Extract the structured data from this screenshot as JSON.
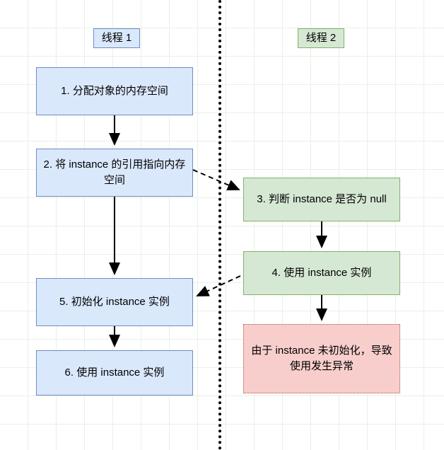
{
  "diagram": {
    "title_left": "线程 1",
    "title_right": "线程 2",
    "nodes": {
      "t1_step1": "1. 分配对象的内存空间",
      "t1_step2": "2. 将 instance 的引用指向内存空间",
      "t1_step5": "5. 初始化 instance 实例",
      "t1_step6": "6. 使用 instance 实例",
      "t2_step3": "3. 判断 instance 是否为 null",
      "t2_step4": "4. 使用 instance 实例",
      "t2_result": "由于 instance 未初始化，导致使用发生异常"
    },
    "colors": {
      "blue_fill": "#dae8fc",
      "blue_stroke": "#6c8ebf",
      "green_fill": "#d5e8d4",
      "green_stroke": "#82b366",
      "red_fill": "#f8cecc",
      "red_stroke": "#b85450",
      "grid": "#e8f0e8",
      "arrow": "#000000"
    }
  }
}
